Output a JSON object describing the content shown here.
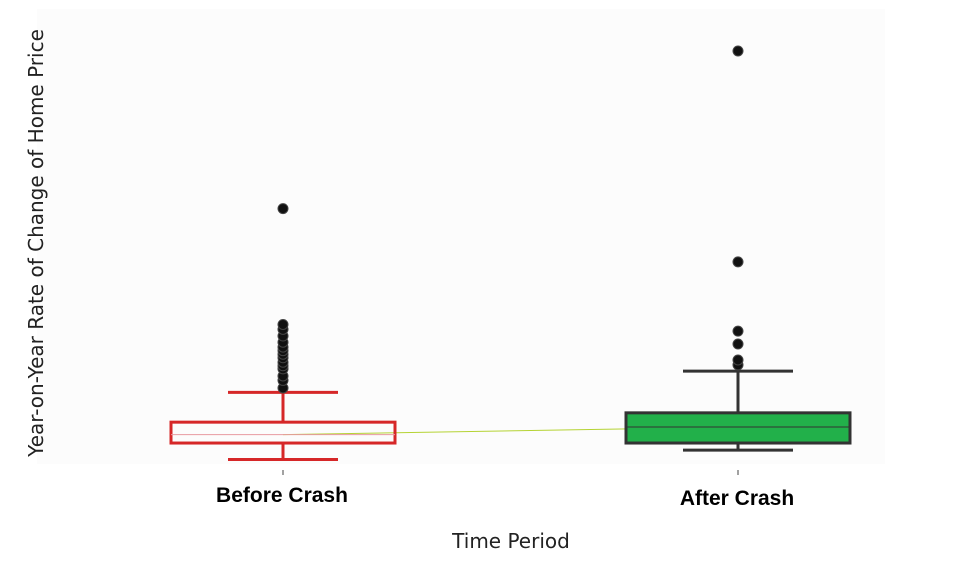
{
  "chart_data": {
    "type": "box",
    "title": "",
    "xlabel": "Time Period",
    "ylabel": "Year-on-Year Rate of Change of Home Price",
    "categories": [
      "Before Crash",
      "After Crash"
    ],
    "ylim": [
      0,
      100
    ],
    "grid": false,
    "boxes": [
      {
        "category": "Before Crash",
        "whisker_low": 3.5,
        "q1": 7.2,
        "median": 9.1,
        "q3": 11.9,
        "whisker_high": 18.6,
        "outliers": [
          19.6,
          21.3,
          22.3,
          23.9,
          24.6,
          25.4,
          26.4,
          27.2,
          28.0,
          28.8,
          29.9,
          31.3,
          32.8,
          33.9,
          60.0
        ],
        "color": "#d62728",
        "filled": false
      },
      {
        "category": "After Crash",
        "whisker_low": 5.6,
        "q1": 7.2,
        "median": 10.8,
        "q3": 14.0,
        "whisker_high": 23.4,
        "outliers": [
          24.8,
          25.9,
          29.5,
          32.4,
          48.0,
          95.5
        ],
        "color": "#22b04a",
        "filled": true
      }
    ],
    "trend_line": {
      "from": "Before Crash",
      "to": "After Crash",
      "y": [
        9.1,
        10.8
      ],
      "color": "#b5d334"
    }
  }
}
